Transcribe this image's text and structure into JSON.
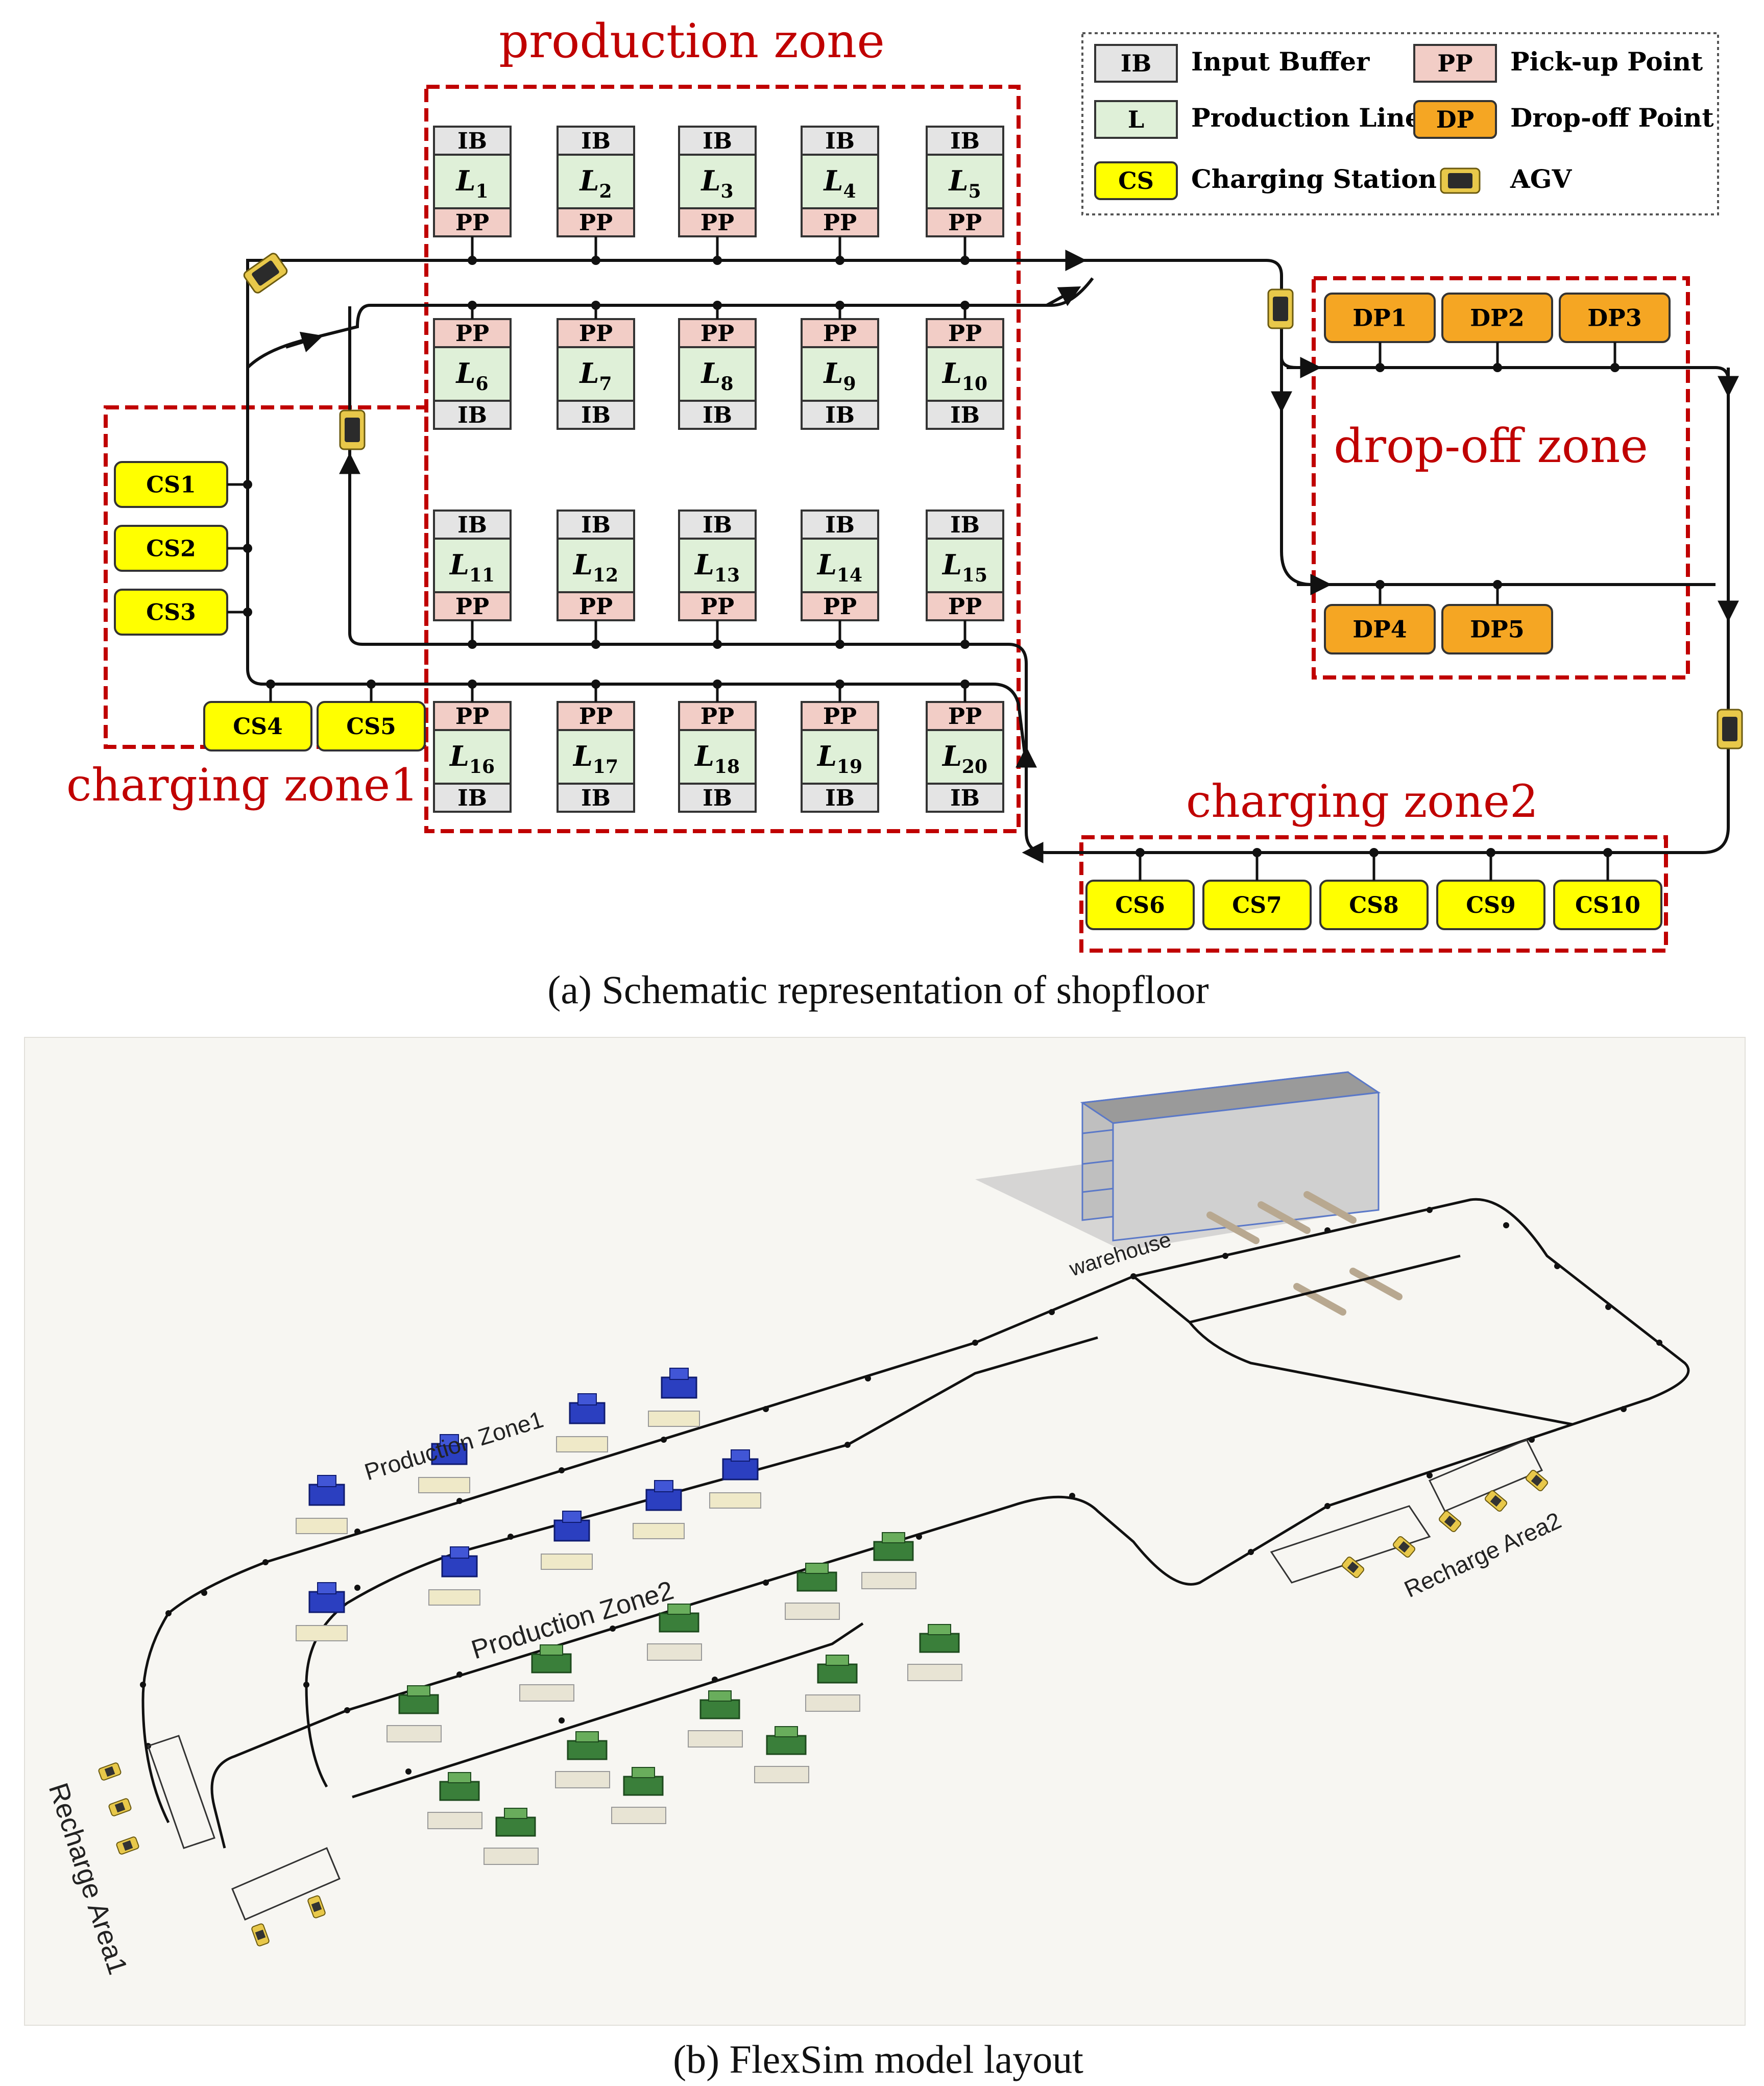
{
  "panel_a": {
    "caption": "(a) Schematic representation of shopfloor",
    "zones": {
      "production": "production zone",
      "dropoff": "drop-off zone",
      "charging1": "charging zone1",
      "charging2": "charging zone2"
    },
    "legend": [
      {
        "code": "IB",
        "label": "Input Buffer",
        "color": "#e4e4e4"
      },
      {
        "code": "PP",
        "label": "Pick-up Point",
        "color": "#f2cdc6"
      },
      {
        "code": "L",
        "label": "Production Line",
        "color": "#dff0d8"
      },
      {
        "code": "DP",
        "label": "Drop-off Point",
        "color": "#f5a623"
      },
      {
        "code": "CS",
        "label": "Charging Station",
        "color": "#ffff00"
      },
      {
        "code": "",
        "label": "AGV",
        "color": "#e8c84a"
      }
    ],
    "cell_labels": {
      "ib": "IB",
      "pp": "PP"
    },
    "line_prefix": "L",
    "lines": [
      [
        "1",
        "2",
        "3",
        "4",
        "5"
      ],
      [
        "6",
        "7",
        "8",
        "9",
        "10"
      ],
      [
        "11",
        "12",
        "13",
        "14",
        "15"
      ],
      [
        "16",
        "17",
        "18",
        "19",
        "20"
      ]
    ],
    "charging_stations": [
      "CS1",
      "CS2",
      "CS3",
      "CS4",
      "CS5",
      "CS6",
      "CS7",
      "CS8",
      "CS9",
      "CS10"
    ],
    "dropoff_points": [
      "DP1",
      "DP2",
      "DP3",
      "DP4",
      "DP5"
    ]
  },
  "panel_b": {
    "caption": "(b) FlexSim model layout",
    "labels": {
      "warehouse": "warehouse",
      "zone1": "Production Zone1",
      "zone2": "Production Zone2",
      "recharge1": "Recharge Area1",
      "recharge2": "Recharge Area2"
    }
  },
  "colors": {
    "zone_border": "#c00000",
    "track": "#111111",
    "agv": "#e8c84a"
  }
}
